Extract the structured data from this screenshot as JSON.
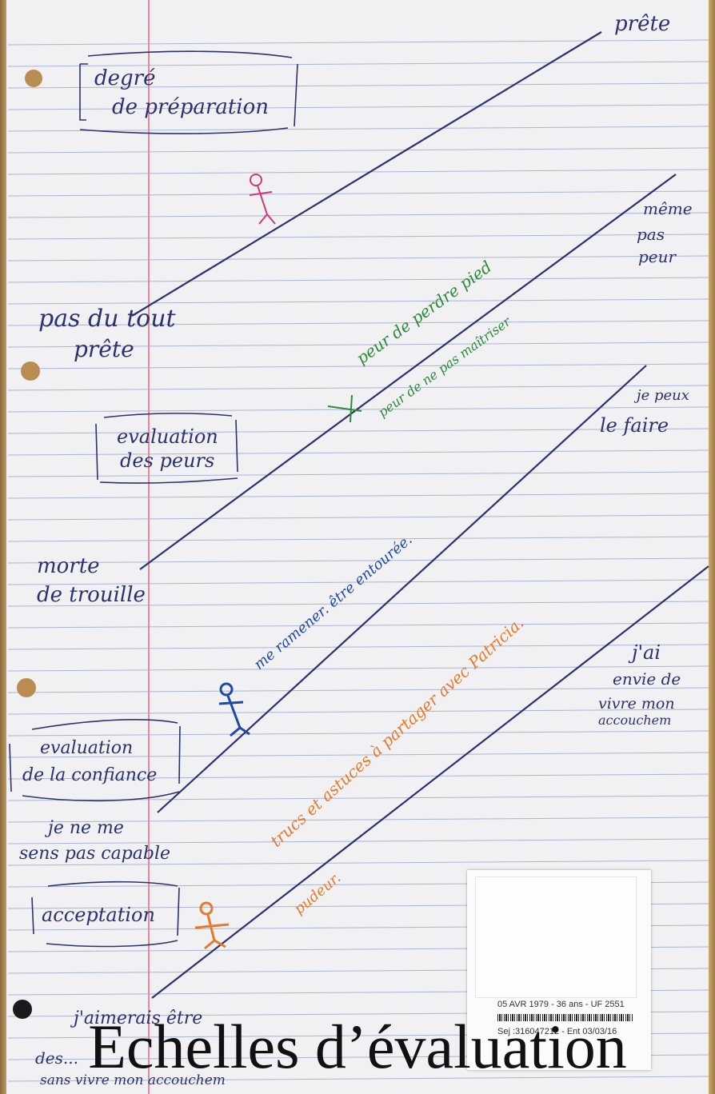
{
  "caption": "Echelles d’évaluation",
  "scales": [
    {
      "heading": [
        "degré",
        "de préparation"
      ],
      "low_label": [
        "pas du tout",
        "prête"
      ],
      "high_label": [
        "prête"
      ]
    },
    {
      "heading": [
        "evaluation",
        "des peurs"
      ],
      "low_label": [
        "morte",
        "de trouille"
      ],
      "high_label": [
        "même",
        "pas",
        "peur"
      ],
      "notes": [
        "peur de perdre pied",
        "peur de ne pas maîtriser"
      ]
    },
    {
      "heading": [
        "evaluation",
        "de la confiance"
      ],
      "low_label": [
        "je ne me",
        "sens pas capable"
      ],
      "high_label": [
        "je peux",
        "le faire"
      ],
      "notes": [
        "me ramener. être entourée."
      ]
    },
    {
      "heading": [
        "acceptation"
      ],
      "low_label": [
        "j'aimerais être",
        "des...",
        "sans vivre mon accouchem"
      ],
      "high_label": [
        "j'ai",
        "envie de",
        "vivre mon",
        "accouchem"
      ],
      "notes": [
        "trucs et astuces à partager avec Patricia.",
        "pudeur."
      ]
    }
  ],
  "sticker": {
    "line1": "05 AVR 1979 - 36 ans - UF 2551",
    "line2": "Sej :316047212 -   Ent 03/03/16"
  },
  "colors": {
    "paper": "#f1f0f3",
    "rule": "#a9b4d6",
    "margin": "#e48a9c",
    "ink_navy": "#2c3170",
    "ink_pink": "#d0387a",
    "ink_green": "#2f8a3a",
    "ink_blue": "#1e4aa0",
    "ink_orange": "#e57a2c"
  }
}
